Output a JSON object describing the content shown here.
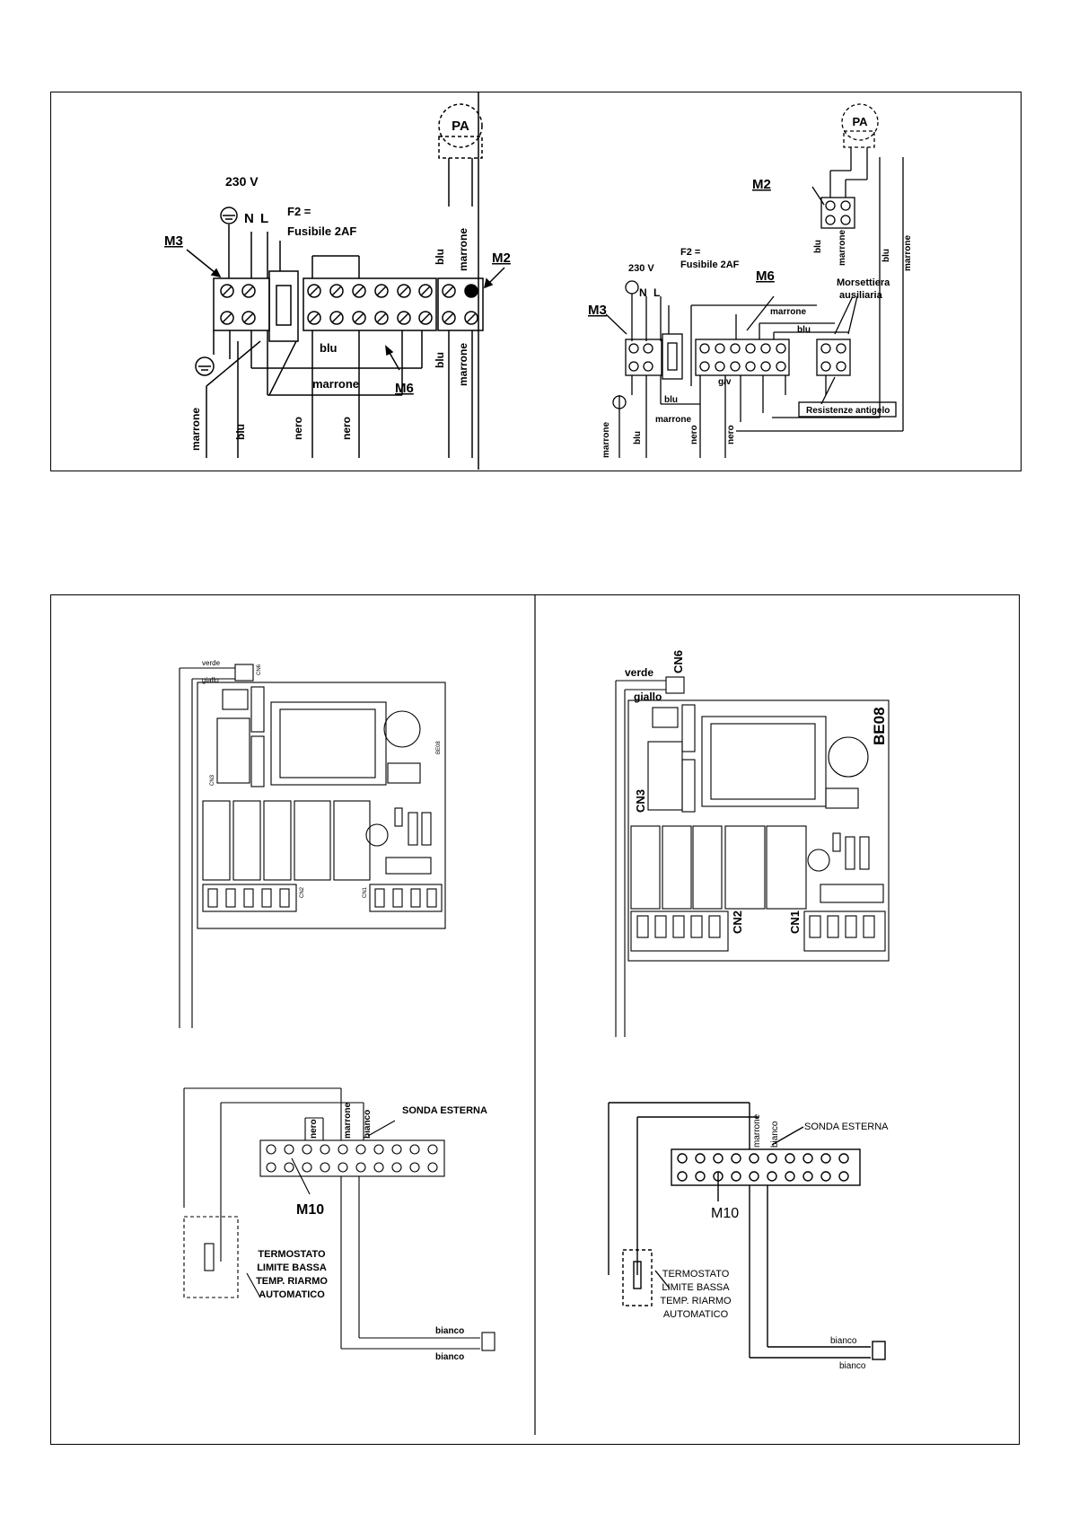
{
  "top_left": {
    "pa": "PA",
    "voltage": "230 V",
    "n": "N",
    "l": "L",
    "fuse_line1": "F2 =",
    "fuse_line2": "Fusibile 2AF",
    "m3": "M3",
    "m2": "M2",
    "m6": "M6",
    "w_blu_top": "blu",
    "w_marrone_top": "marrone",
    "w_blu_mid": "blu",
    "w_marrone_mid": "marrone",
    "w_blu_right": "blu",
    "w_marrone_right": "marrone",
    "w_marrone_bot": "marrone",
    "w_blu_bot": "blu",
    "w_nero1": "nero",
    "w_nero2": "nero"
  },
  "top_right": {
    "pa": "PA",
    "voltage": "230 V",
    "n": "N",
    "l": "L",
    "fuse_line1": "F2 =",
    "fuse_line2": "Fusibile 2AF",
    "m3": "M3",
    "m2": "M2",
    "m6": "M6",
    "aux_line1": "Morsettiera",
    "aux_line2": "ausiliaria",
    "w_marrone_a": "marrone",
    "w_blu_a": "blu",
    "w_gv": "g/v",
    "w_blu_b": "blu",
    "w_marrone_b": "marrone",
    "resist": "Resistenze antigelo",
    "w_blu_m2": "blu",
    "w_marrone_m2": "marrone",
    "w_blu_r": "blu",
    "w_marrone_r": "marrone",
    "w_marrone_bot": "marrone",
    "w_blu_bot": "blu",
    "w_nero1": "nero",
    "w_nero2": "nero"
  },
  "bottom_left": {
    "verde": "verde",
    "giallo": "giallo",
    "cn6": "CN6",
    "cn3": "CN3",
    "cn2": "CN2",
    "cn1": "CN1",
    "board": "BE08",
    "sonda": "SONDA ESTERNA",
    "m10": "M10",
    "nero": "nero",
    "marrone": "marrone",
    "bianco_v": "bianco",
    "bianco1": "bianco",
    "bianco2": "bianco",
    "term1": "TERMOSTATO",
    "term2": "LIMITE BASSA",
    "term3": "TEMP. RIARMO",
    "term4": "AUTOMATICO"
  },
  "bottom_right": {
    "verde": "verde",
    "giallo": "giallo",
    "cn6": "CN6",
    "cn3": "CN3",
    "cn2": "CN2",
    "cn1": "CN1",
    "board": "BE08",
    "sonda": "SONDA ESTERNA",
    "m10": "M10",
    "marrone": "marrone",
    "bianco_v": "bianco",
    "bianco1": "bianco",
    "bianco2": "bianco",
    "term1": "TERMOSTATO",
    "term2": "LIMITE BASSA",
    "term3": "TEMP. RIARMO",
    "term4": "AUTOMATICO"
  }
}
